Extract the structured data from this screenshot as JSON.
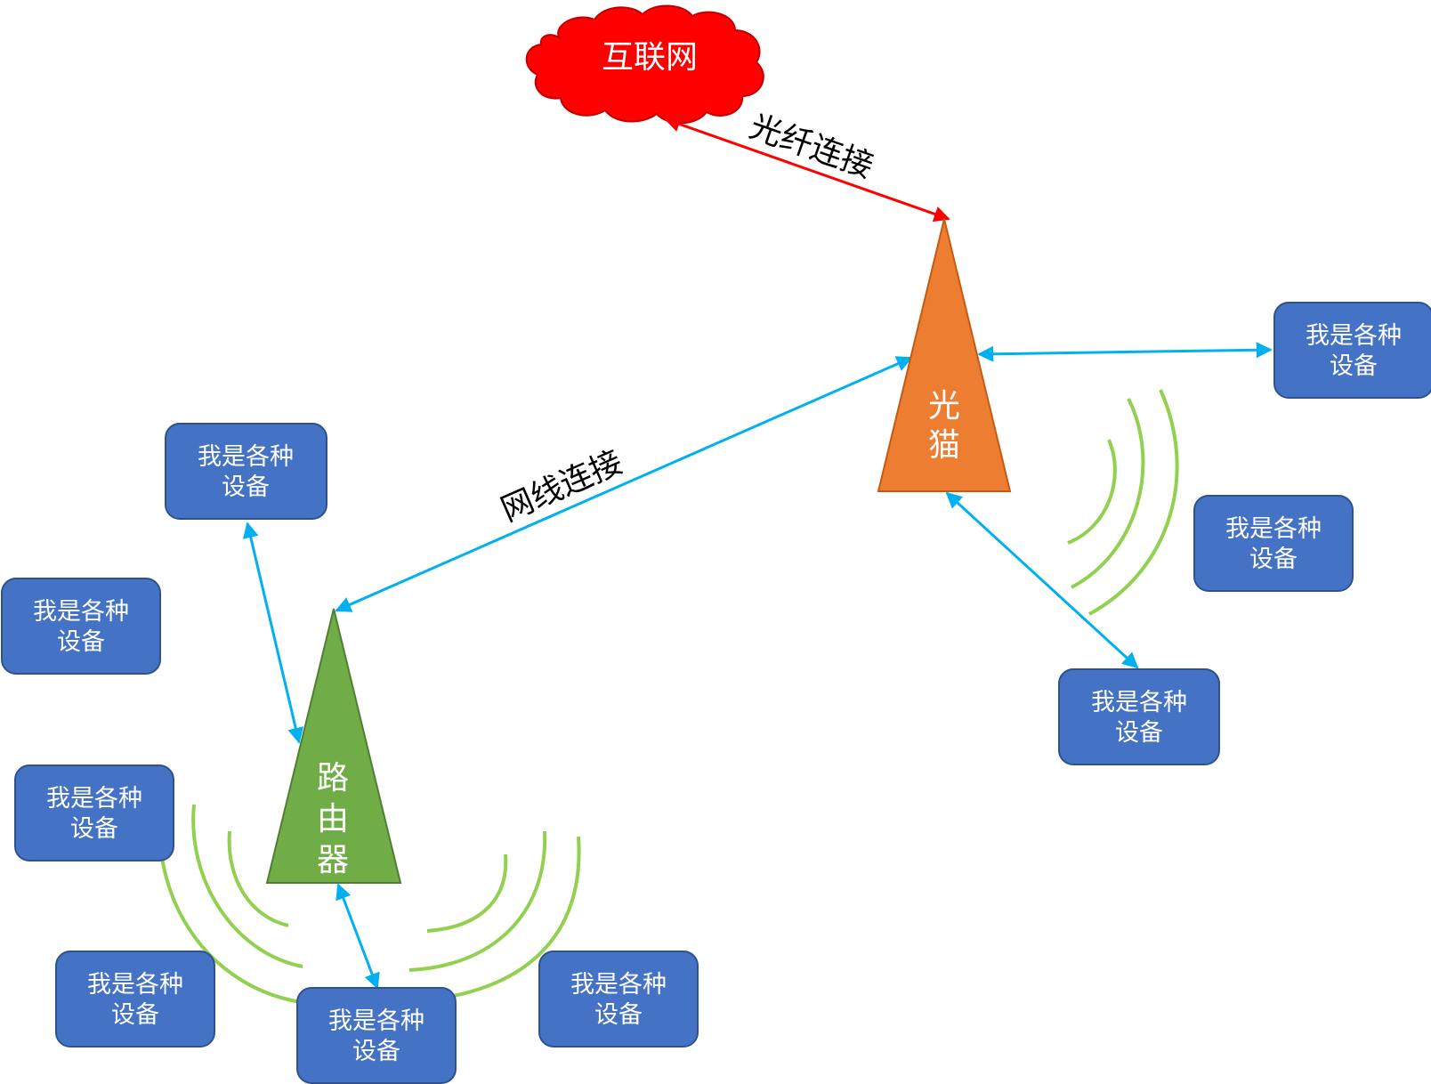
{
  "internet": {
    "label": "互联网",
    "color": "#ff0000"
  },
  "modem": {
    "label_line1": "光",
    "label_line2": "猫",
    "color": "#ed7d31"
  },
  "router": {
    "label_line1": "路",
    "label_line2": "由",
    "label_line3": "器",
    "color": "#70ad47"
  },
  "links": {
    "fiber_label": "光纤连接",
    "fiber_color": "#ff0000",
    "ethernet_label": "网线连接",
    "ethernet_color": "#00b0f0"
  },
  "wifi_color": "#92d050",
  "device": {
    "line1": "我是各种",
    "line2": "设备",
    "fill": "#4472c4",
    "border": "#2f528f"
  }
}
